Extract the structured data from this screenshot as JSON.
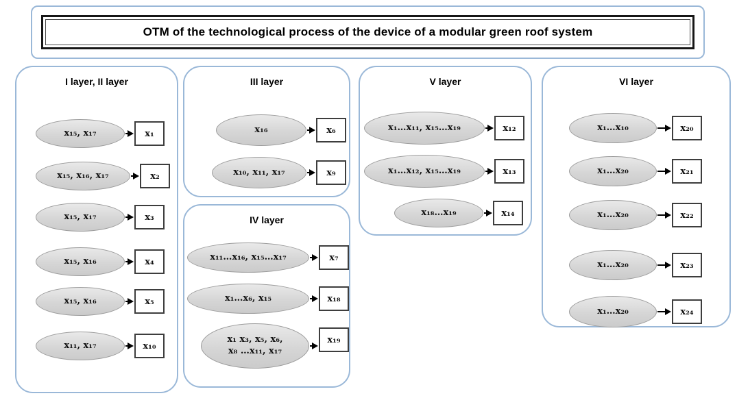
{
  "title": "OTM of the technological process of the device of a modular green roof system",
  "icons": {
    "arrow": "right-arrow"
  },
  "colors": {
    "panel_border": "#9ab8d8",
    "ellipse_fill": "#d6d6d6",
    "ellipse_border": "#9b9b9b",
    "box_border": "#3d3d3d",
    "arrow": "#000000",
    "title_border": "#161616",
    "text": "#000000"
  },
  "panels": [
    {
      "heading": "I layer, II layer",
      "rows": [
        {
          "input": "x₁₅, x₁₇",
          "output": "x₁"
        },
        {
          "input": "x₁₅, x₁₆, x₁₇",
          "output": "x₂"
        },
        {
          "input": "x₁₅, x₁₇",
          "output": "x₃"
        },
        {
          "input": "x₁₅, x₁₆",
          "output": "x₄"
        },
        {
          "input": "x₁₅, x₁₆",
          "output": "x₅"
        },
        {
          "input": "x₁₁, x₁₇",
          "output": "x₁₀"
        }
      ]
    },
    {
      "heading": "III layer",
      "rows": [
        {
          "input": "x₁₆",
          "output": "x₆"
        },
        {
          "input": "x₁₀, x₁₁, x₁₇",
          "output": "x₉"
        }
      ]
    },
    {
      "heading": "IV layer",
      "rows": [
        {
          "input": "x₁₁…x₁₆, x₁₅…x₁₇",
          "output": "x₇"
        },
        {
          "input": "x₁…x₆, x₁₅",
          "output": "x₁₈"
        },
        {
          "input": "x₁ x₃, x₅, x₆,",
          "input2": "x₈ …x₁₁, x₁₇",
          "output": "x₁₉"
        }
      ]
    },
    {
      "heading": "V layer",
      "rows": [
        {
          "input": "x₁…x₁₁, x₁₅…x₁₉",
          "output": "x₁₂"
        },
        {
          "input": "x₁…x₁₂, x₁₅…x₁₉",
          "output": "x₁₃"
        },
        {
          "input": "x₁₈…x₁₉",
          "output": "x₁₄"
        }
      ]
    },
    {
      "heading": "VI layer",
      "rows": [
        {
          "input": "x₁…x₁₀",
          "output": "x₂₀"
        },
        {
          "input": "x₁…x₂₀",
          "output": "x₂₁"
        },
        {
          "input": "x₁…x₂₀",
          "output": "x₂₂"
        },
        {
          "input": "x₁…x₂₀",
          "output": "x₂₃"
        },
        {
          "input": "x₁…x₂₀",
          "output": "x₂₄"
        }
      ]
    }
  ]
}
